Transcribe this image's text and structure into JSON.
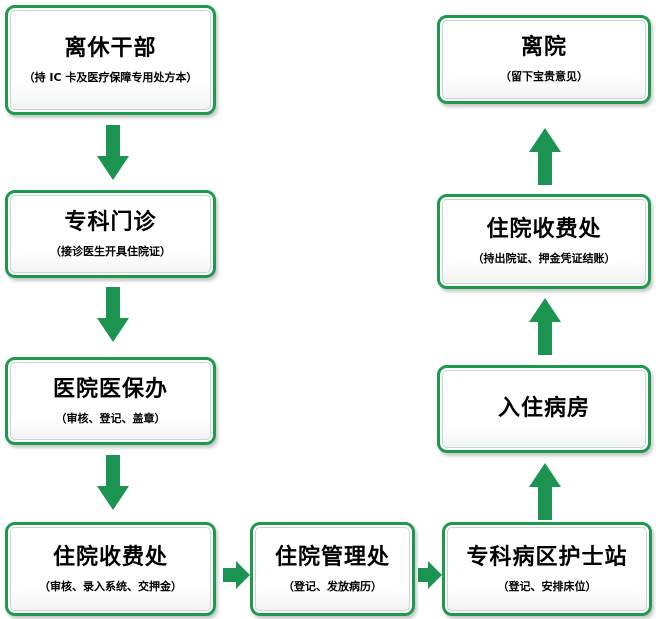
{
  "nodes": {
    "retired": {
      "title": "离休干部",
      "subtitle": "（持 IC 卡及医疗保障专用处方本）"
    },
    "outpatient": {
      "title": "专科门诊",
      "subtitle": "（接诊医生开具住院证）"
    },
    "insurance_office": {
      "title": "医院医保办",
      "subtitle": "（审核、登记、盖章）"
    },
    "admission_cashier": {
      "title": "住院收费处",
      "subtitle": "（审核、录入系统、交押金）"
    },
    "inpatient_admin": {
      "title": "住院管理处",
      "subtitle": "（登记、发放病历）"
    },
    "nurse_station": {
      "title": "专科病区护士站",
      "subtitle": "（登记、安排床位）"
    },
    "ward": {
      "title": "入住病房"
    },
    "discharge_cashier": {
      "title": "住院收费处",
      "subtitle": "（持出院证、押金凭证结账）"
    },
    "discharge": {
      "title": "离院",
      "subtitle": "（留下宝贵意见）"
    }
  },
  "colors": {
    "border": "#1e9a4e",
    "arrow": "#1a9450"
  }
}
